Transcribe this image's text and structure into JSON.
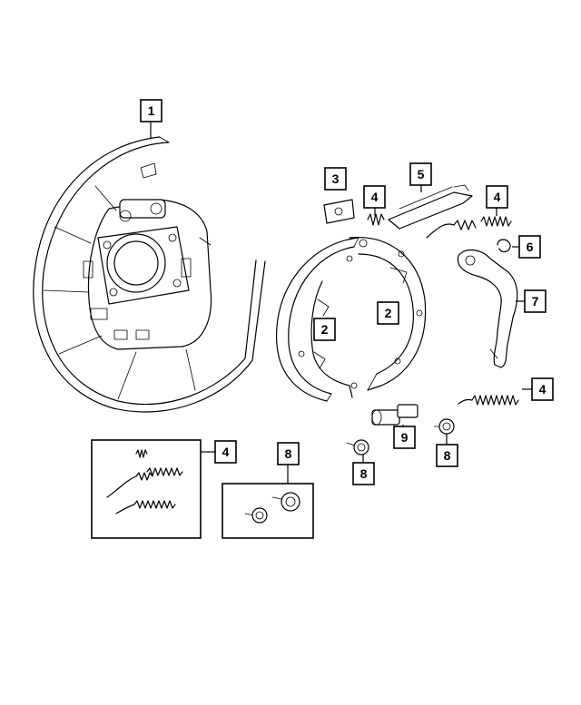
{
  "callouts": {
    "c1": "1",
    "c2a": "2",
    "c2b": "2",
    "c3": "3",
    "c4a": "4",
    "c4b": "4",
    "c4c": "4",
    "c4d": "4",
    "c5": "5",
    "c6": "6",
    "c7": "7",
    "c8a": "8",
    "c8b": "8",
    "c8c": "8",
    "c9": "9"
  },
  "parts": [
    {
      "id": "backing-plate",
      "callout": "1"
    },
    {
      "id": "brake-shoe",
      "callout": "2"
    },
    {
      "id": "shoe-plate",
      "callout": "3"
    },
    {
      "id": "spring",
      "callout": "4"
    },
    {
      "id": "strut",
      "callout": "5"
    },
    {
      "id": "clip",
      "callout": "6"
    },
    {
      "id": "lever",
      "callout": "7"
    },
    {
      "id": "hold-down-kit",
      "callout": "8"
    },
    {
      "id": "adjuster",
      "callout": "9"
    }
  ]
}
